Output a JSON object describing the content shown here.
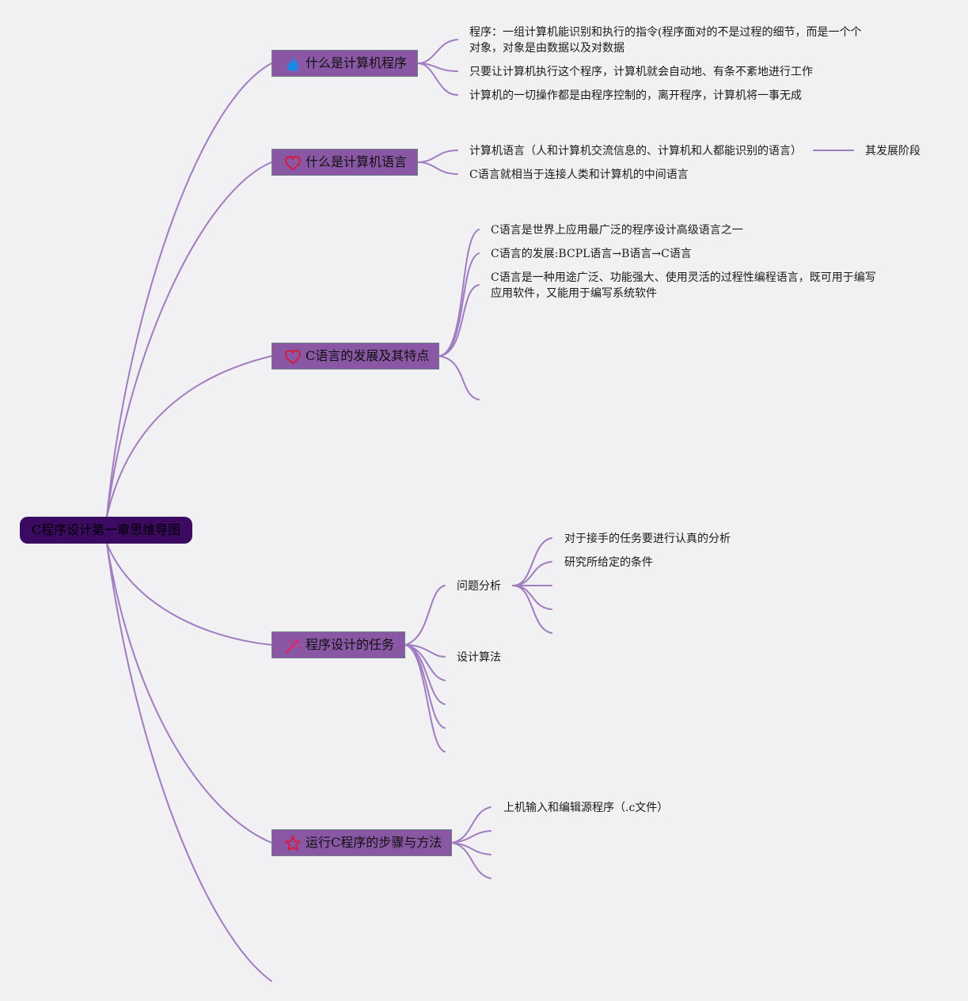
{
  "root": {
    "label": "C程序设计第一章思维导图"
  },
  "topics": [
    {
      "label": "什么是计算机程序",
      "icon": "flame-icon",
      "children": [
        "程序：一组计算机能识别和执行的指令(程序面对的不是过程的细节，而是一个个对象，对象是由数据以及对数据",
        "只要让计算机执行这个程序，计算机就会自动地、有条不紊地进行工作",
        "计算机的一切操作都是由程序控制的，离开程序，计算机将一事无成"
      ]
    },
    {
      "label": "什么是计算机语言",
      "icon": "heart-icon",
      "children": [
        "计算机语言（人和计算机交流信息的、计算机和人都能识别的语言）",
        "C语言就相当于连接人类和计算机的中间语言"
      ],
      "grandchild": "其发展阶段"
    },
    {
      "label": "C语言的发展及其特点",
      "icon": "heart-icon",
      "children": [
        "C语言是世界上应用最广泛的程序设计高级语言之一",
        "C语言的发展:BCPL语言→B语言→C语言",
        "C语言是一种用途广泛、功能强大、使用灵活的过程性编程语言，既可用于编写应用软件，又能用于编写系统软件"
      ]
    },
    {
      "label": "程序设计的任务",
      "icon": "magic-wand-icon",
      "children": [
        "问题分析",
        "设计算法"
      ],
      "grandchildren": [
        "对于接手的任务要进行认真的分析",
        "研究所给定的条件"
      ]
    },
    {
      "label": "运行C程序的步骤与方法",
      "icon": "star-icon",
      "children": [
        "上机输入和编辑源程序（.c文件）"
      ]
    }
  ]
}
